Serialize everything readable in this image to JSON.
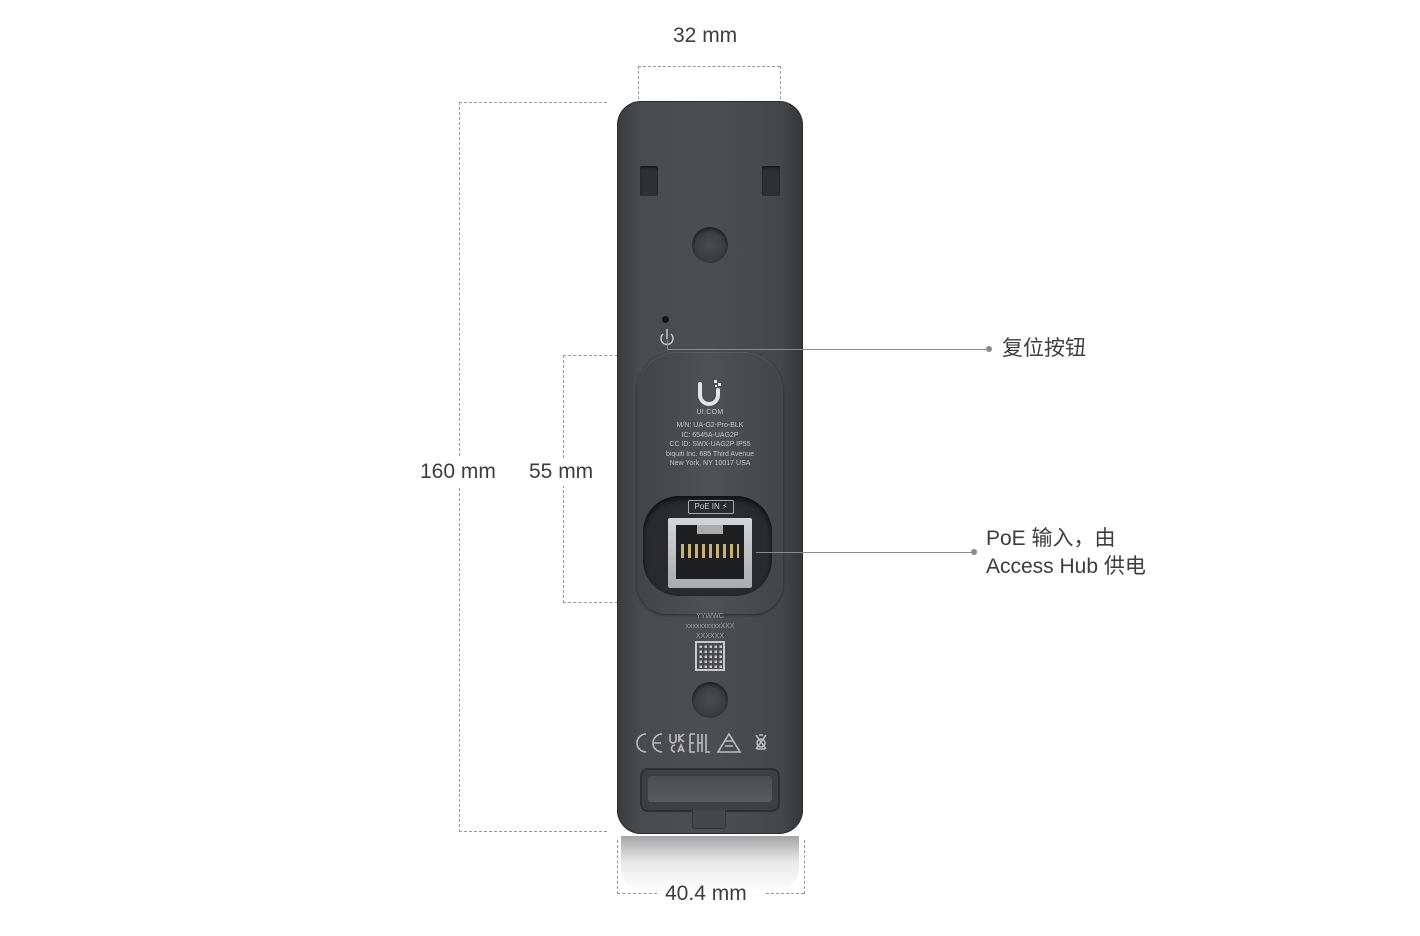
{
  "dimensions": {
    "top_width": "32 mm",
    "height": "160 mm",
    "module_height": "55 mm",
    "bottom_width": "40.4 mm"
  },
  "callouts": {
    "reset": "复位按钮",
    "poe_line1": "PoE 输入，由",
    "poe_line2": "Access Hub 供电"
  },
  "device_label": {
    "brand": "UI.COM",
    "lines": [
      "M/N: UA-G2-Pro-BLK",
      "IC: 6545A-UAG2P",
      "CC ID: SWX-UAG2P    IP55",
      "biquiti Inc. 685 Third Avenue",
      "New York, NY 10017 USA"
    ],
    "port_label": "PoE IN ⚡",
    "serial": [
      "YYWWC",
      "xxxxxxxxxxXXX",
      "XXXXXX"
    ]
  },
  "colors": {
    "device_body": "#4d4e52",
    "dimension_line": "#9a9a9a",
    "leader_line": "#8a8a8a"
  }
}
